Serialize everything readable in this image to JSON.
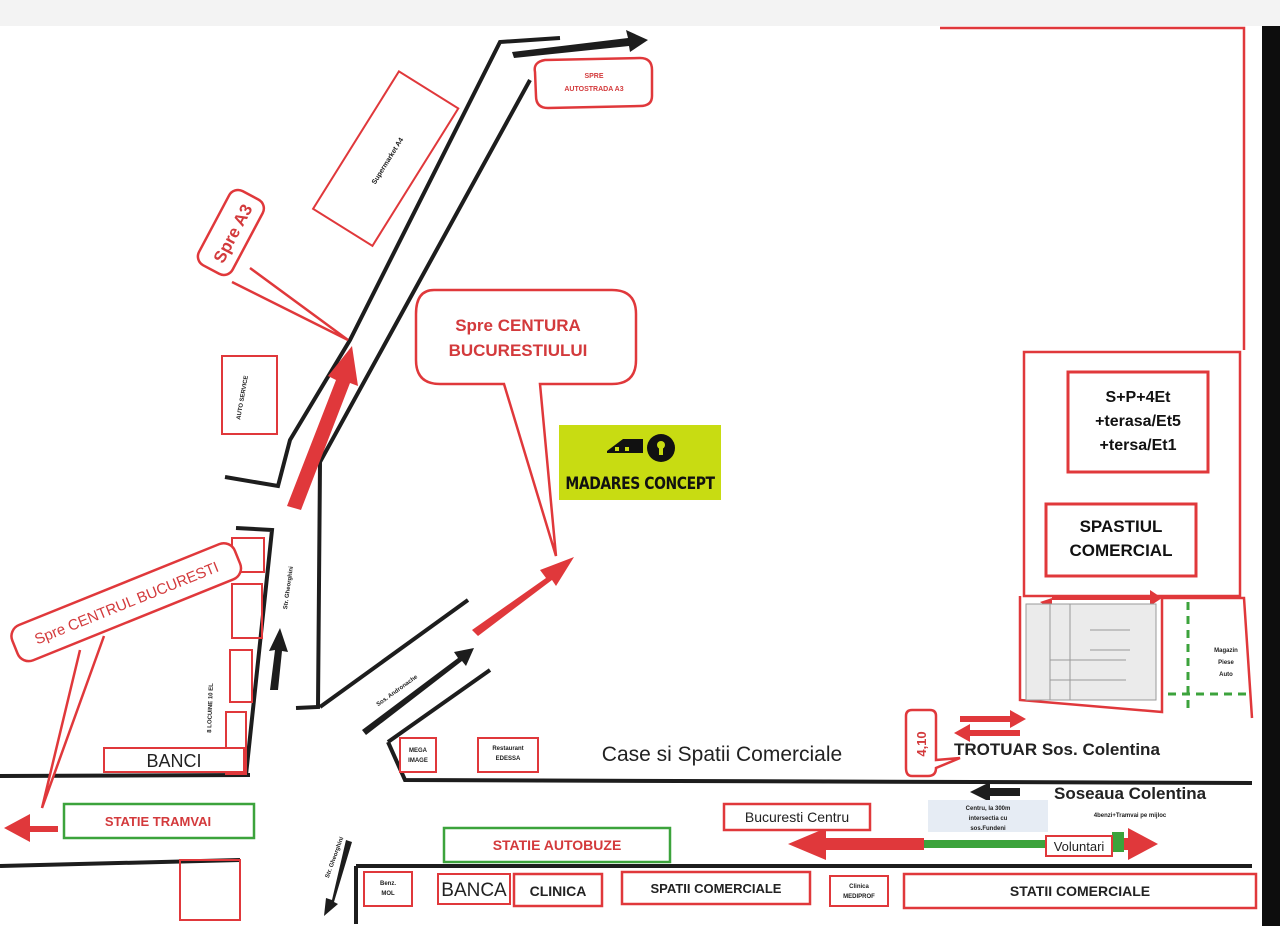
{
  "labels": {
    "spre_autostrada_a3": [
      "SPRE",
      "AUTOSTRADA A3"
    ],
    "spre_a3": "Spre A3",
    "spre_centura": [
      "Spre CENTURA",
      "BUCURESTIULUI"
    ],
    "spre_centrul": "Spre CENTRUL BUCURESTI",
    "banci": "BANCI",
    "statie_tramvai": "STATIE TRAMVAI",
    "mega_image": [
      "MEGA",
      "IMAGE"
    ],
    "restaurant": [
      "Restaurant",
      "EDESSA"
    ],
    "case_spatii": "Case si Spatii Comerciale",
    "statie_autobuze": "STATIE  AUTOBUZE",
    "bucuresti_centru": "Bucuresti Centru",
    "banca": "BANCA",
    "clinica": "CLINICA",
    "spatii_comerciale": "SPATII COMERCIALE",
    "statii_comerciale": "STATII COMERCIALE",
    "building": [
      "S+P+4Et",
      "+terasa/Et5",
      "+tersa/Et1"
    ],
    "spatiul": [
      "SPASTIUL",
      "COMERCIAL"
    ],
    "magazin": [
      "Magazin",
      "Piese",
      "Auto"
    ],
    "trotuar": "TROTUAR Sos. Colentina",
    "soseaua": "Soseaua Colentina",
    "benzi": "4benzi+Tramvai pe mijloc",
    "centru_note": [
      "Centru, la 300m",
      "intersectia cu",
      "sos.Fundeni"
    ],
    "voluntari": "Voluntari",
    "tram_numbers": "4,10",
    "clinica_mediprof": [
      "Clinica",
      "MEDIPROF"
    ],
    "benz_mol": [
      "Benz.",
      "MOL"
    ],
    "supermarket": "Supermarket A4",
    "auto_service": "AUTO SERVICE",
    "str_gheorghini": "Str. Gheorghini",
    "sos_andronache": "Sos. Andronache",
    "locuinte": "8 LOCUINE 10 EL",
    "str_gheorghini_bottom": "Str. Gheorghini"
  },
  "logo": {
    "text": "MADARES CONCEPT",
    "background": "#c8dc12"
  },
  "colors": {
    "red": "#e0383b",
    "green": "#3ca33c",
    "black": "#1d1d1d"
  }
}
